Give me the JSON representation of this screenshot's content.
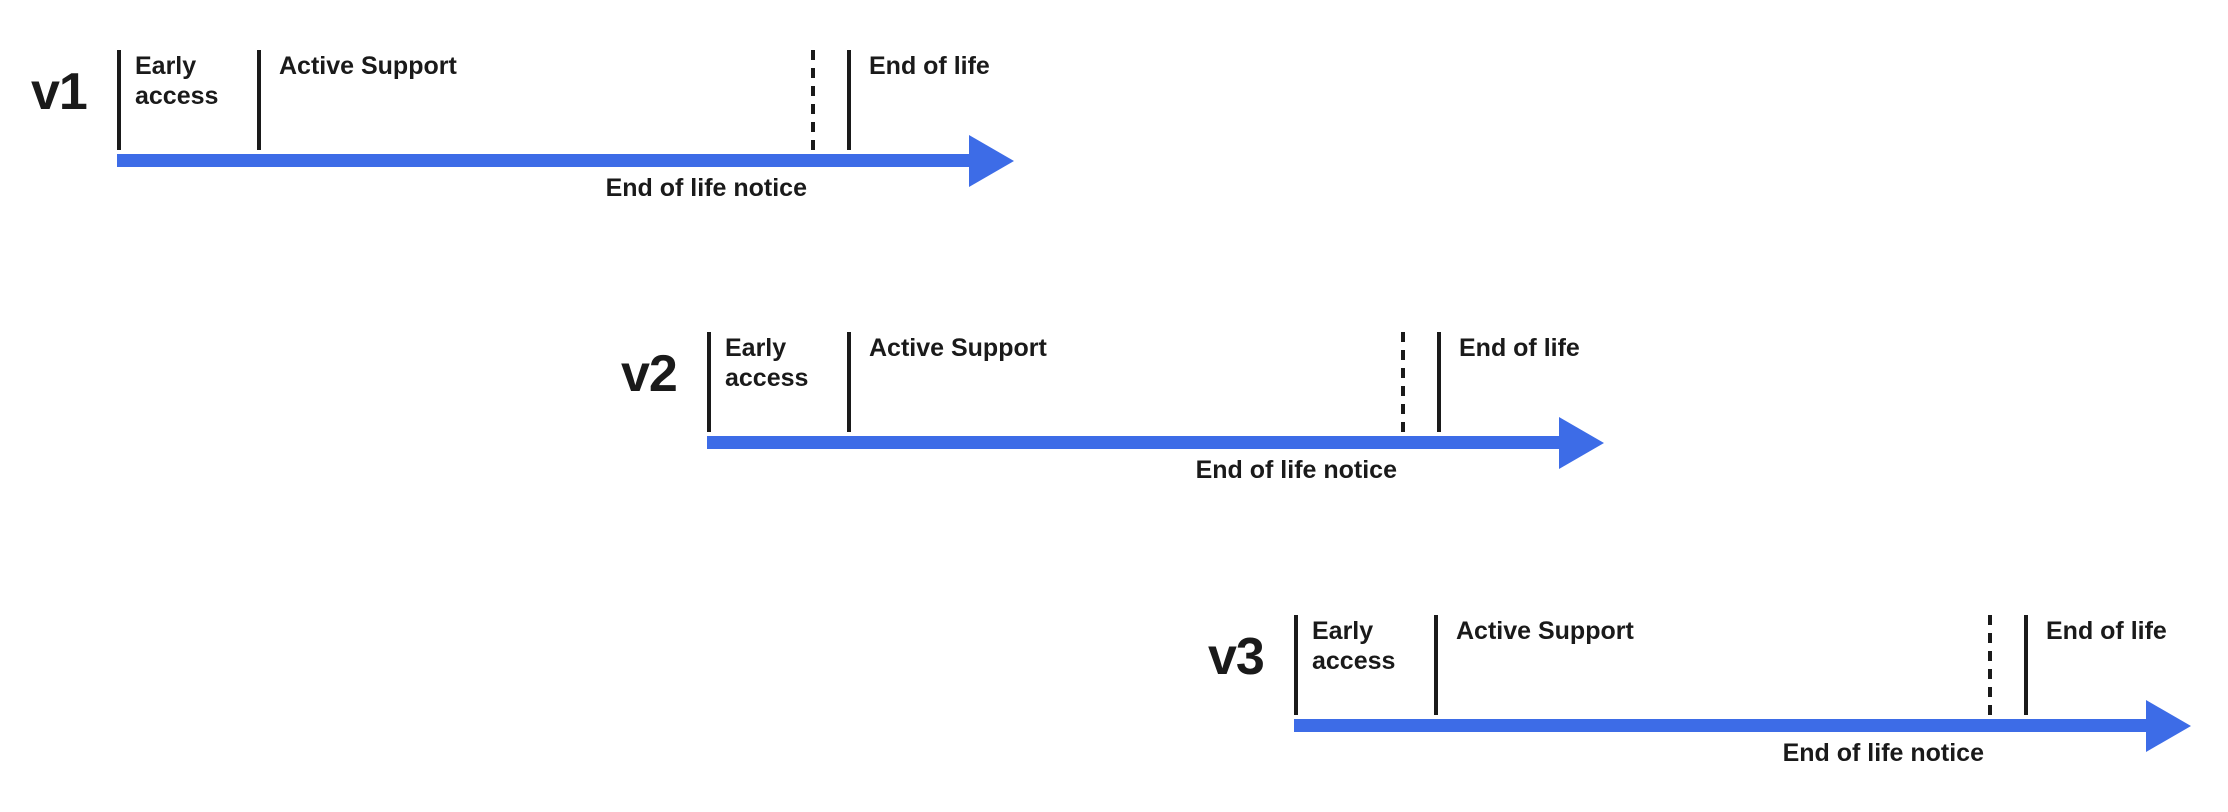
{
  "colors": {
    "accent": "#3D6CE7",
    "text": "#1A1A1A",
    "background": "#FFFFFF"
  },
  "timelines": [
    {
      "version": "v1",
      "labels": {
        "early_access": "Early access",
        "active_support": "Active Support",
        "end_of_life": "End of life",
        "end_of_life_notice": "End of life notice"
      }
    },
    {
      "version": "v2",
      "labels": {
        "early_access": "Early access",
        "active_support": "Active Support",
        "end_of_life": "End of life",
        "end_of_life_notice": "End of life notice"
      }
    },
    {
      "version": "v3",
      "labels": {
        "early_access": "Early access",
        "active_support": "Active Support",
        "end_of_life": "End of life",
        "end_of_life_notice": "End of life notice"
      }
    }
  ]
}
